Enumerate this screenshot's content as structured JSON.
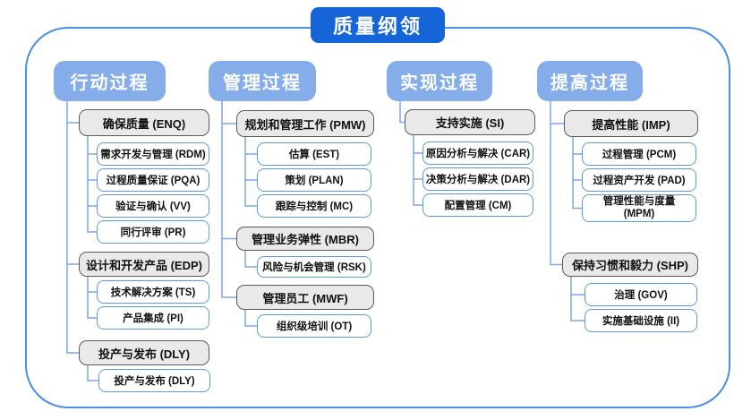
{
  "title": "质量纲领",
  "colors": {
    "title_bg": "#1565d8",
    "header_bg": "#84ade9",
    "group_bg": "#e9e9e9",
    "group_border": "#5a5a5a",
    "leaf_border": "#5b9bd5",
    "connector": "#7da7e8",
    "frame": "#4a8fe2"
  },
  "columns": [
    {
      "id": "action",
      "label": "行动过程",
      "groups": [
        {
          "label": "确保质量 (ENQ)",
          "children": [
            "需求开发与管理 (RDM)",
            "过程质量保证 (PQA)",
            "验证与确认 (VV)",
            "同行评审 (PR)"
          ]
        },
        {
          "label": "设计和开发产品 (EDP)",
          "children": [
            "技术解决方案 (TS)",
            "产品集成 (PI)"
          ]
        },
        {
          "label": "投产与发布 (DLY)",
          "children": [
            "投产与发布 (DLY)"
          ]
        }
      ]
    },
    {
      "id": "management",
      "label": "管理过程",
      "groups": [
        {
          "label": "规划和管理工作 (PMW)",
          "children": [
            "估算 (EST)",
            "策划 (PLAN)",
            "跟踪与控制 (MC)"
          ]
        },
        {
          "label": "管理业务弹性 (MBR)",
          "children": [
            "风险与机会管理 (RSK)"
          ]
        },
        {
          "label": "管理员工 (MWF)",
          "children": [
            "组织级培训 (OT)"
          ]
        }
      ]
    },
    {
      "id": "realization",
      "label": "实现过程",
      "groups": [
        {
          "label": "支持实施 (SI)",
          "children": [
            "原因分析与解决 (CAR)",
            "决策分析与解决 (DAR)",
            "配置管理 (CM)"
          ]
        }
      ]
    },
    {
      "id": "improvement",
      "label": "提高过程",
      "groups": [
        {
          "label": "提高性能 (IMP)",
          "children": [
            "过程管理 (PCM)",
            "过程资产开发 (PAD)",
            "管理性能与度量\n(MPM)"
          ]
        },
        {
          "label": "保持习惯和毅力 (SHP)",
          "children": [
            "治理 (GOV)",
            "实施基础设施 (II)"
          ]
        }
      ]
    }
  ]
}
